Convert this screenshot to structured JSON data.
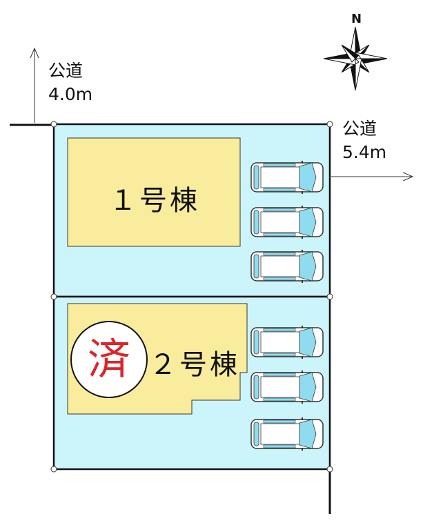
{
  "roads": [
    {
      "label": "公道",
      "width": "4.0m"
    },
    {
      "label": "公道",
      "width": "5.4m"
    }
  ],
  "compass": {
    "label": "N"
  },
  "buildings": [
    {
      "label": "１号棟",
      "sold": false
    },
    {
      "label": "２号棟",
      "sold": true,
      "stamp": "済"
    }
  ],
  "parking_spaces_per_lot": 3,
  "colors": {
    "lot": "#ccf5fb",
    "building": "#f9ec9c",
    "stamp": "#d8262b"
  }
}
